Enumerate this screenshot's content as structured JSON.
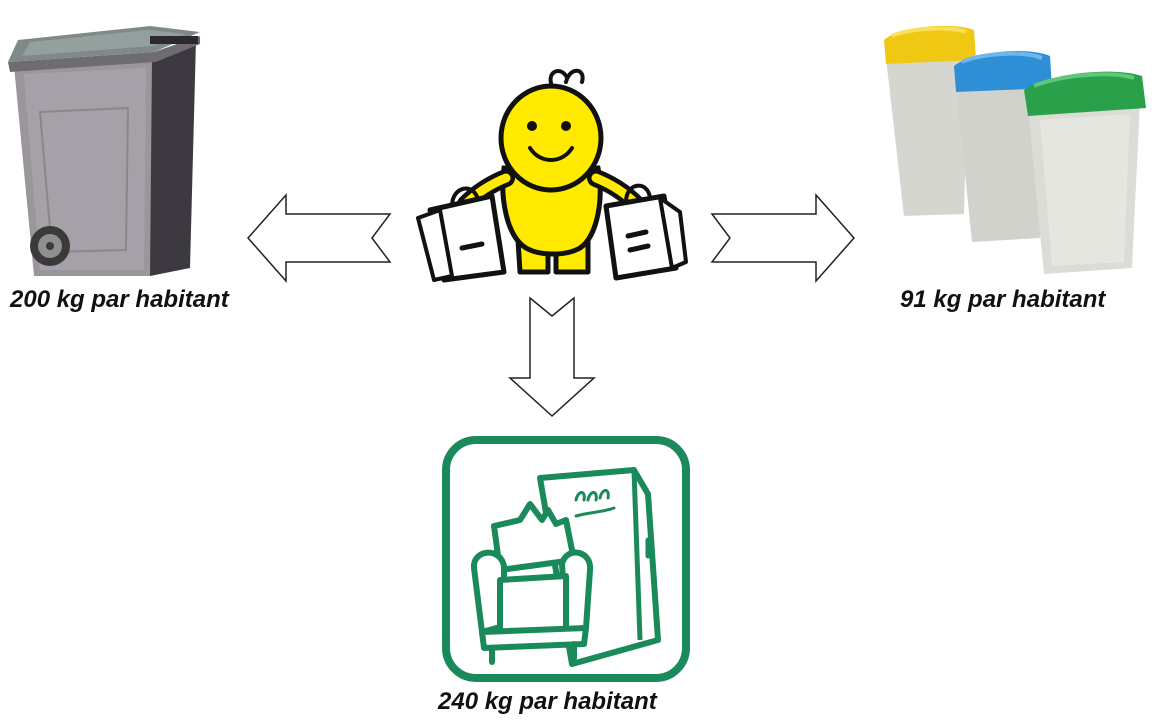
{
  "captions": {
    "left": "200 kg par habitant",
    "right": "91 kg par habitant",
    "bottom": "240 kg par habitant"
  },
  "icons": {
    "left": "grey-wheelie-bin-icon",
    "center": "yellow-shopper-character-icon",
    "right": "sorting-bins-icon",
    "bottom": "bulky-waste-furniture-icon"
  },
  "colors": {
    "bin_body": "#9b969c",
    "bin_dark": "#3c3a40",
    "lid_yellow": "#f0c814",
    "lid_blue": "#2f8fd6",
    "lid_green": "#2aa04a",
    "character_yellow": "#ffea00",
    "furniture_green": "#1b8a5a"
  }
}
